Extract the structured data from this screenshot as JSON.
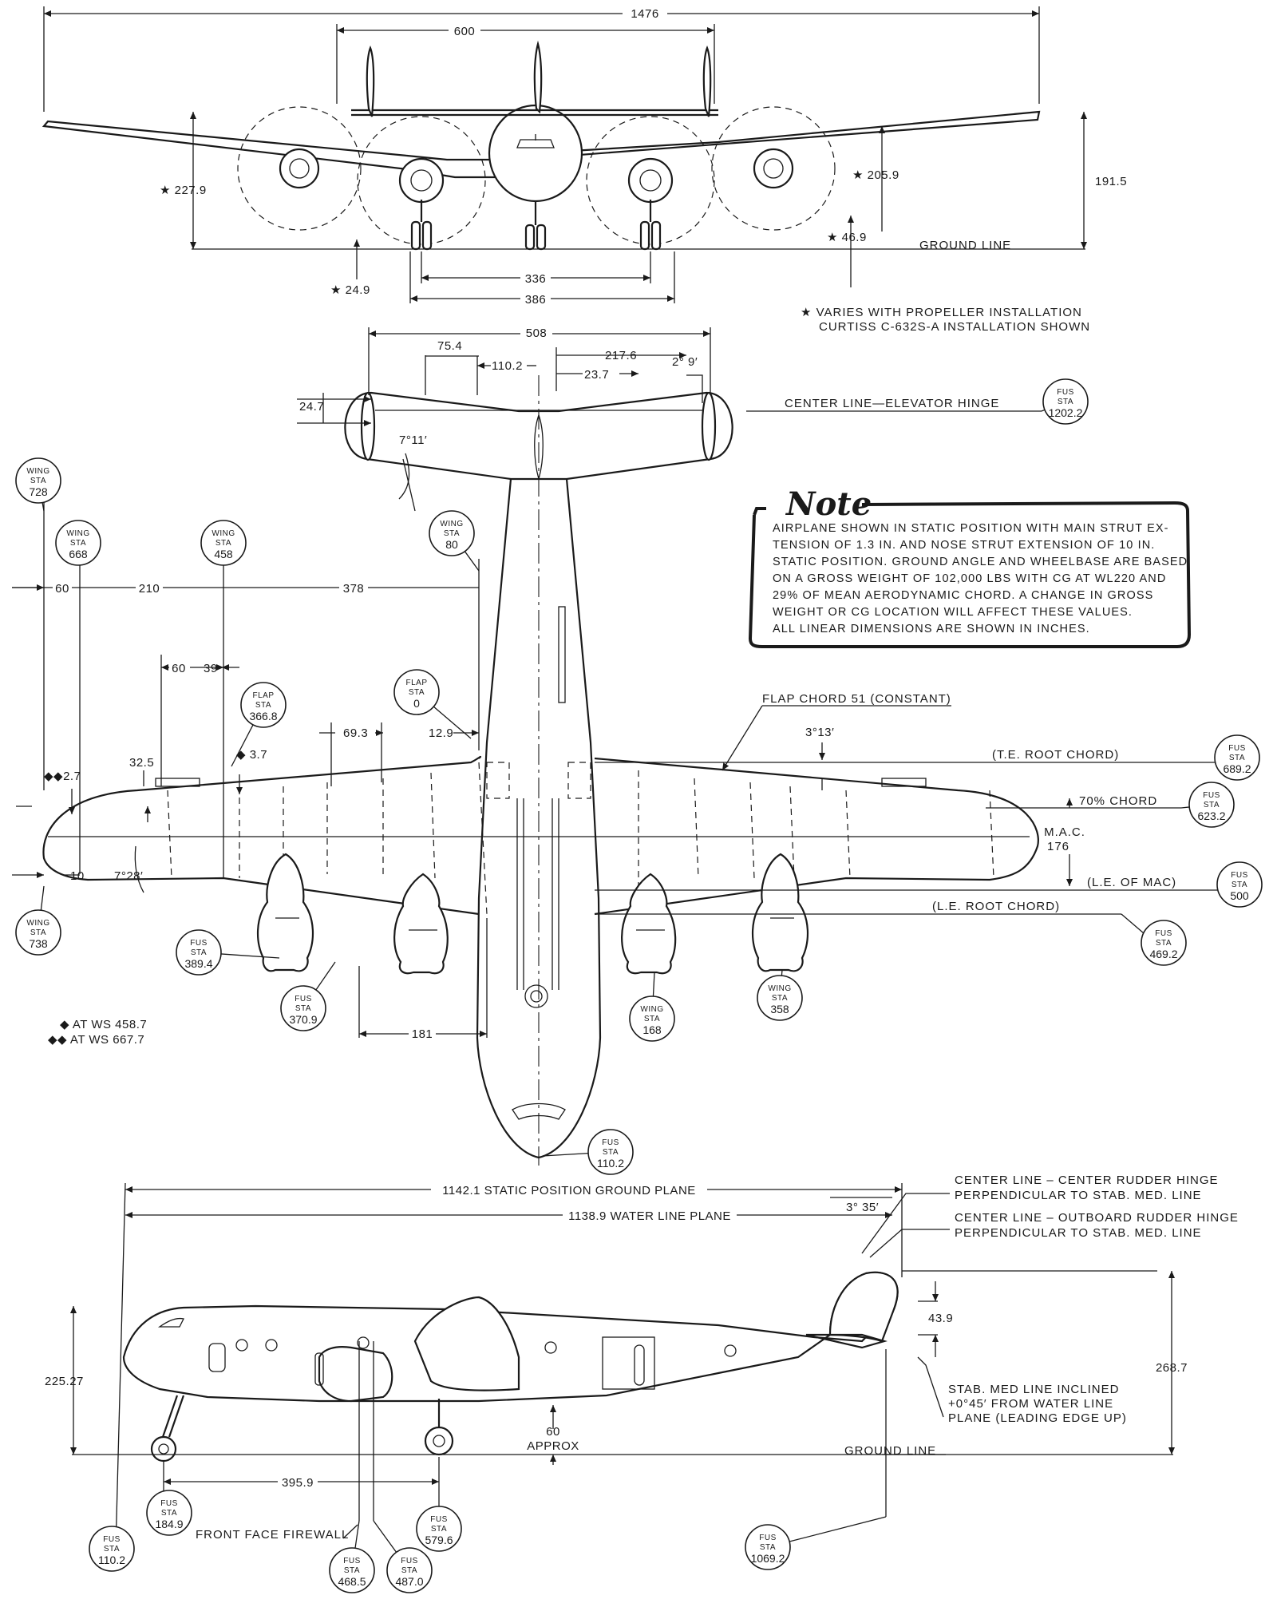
{
  "front_view": {
    "span_dim": "1476",
    "stab_dim": "600",
    "tip_height_dim": "227.9",
    "prop_height_dim": "205.9",
    "fin_height_dim": "191.5",
    "nacelle_clear_dim": "46.9",
    "prop_clear_dim": "24.9",
    "tread_inner_dim": "336",
    "tread_outer_dim": "386",
    "ground_label": "GROUND LINE",
    "star_note_1": "VARIES WITH PROPELLER INSTALLATION",
    "star_note_2": "CURTISS C-632S-A INSTALLATION SHOWN"
  },
  "top_view": {
    "stab_span_dim": "508",
    "dim_75_4": "75.4",
    "dim_110_2": "110.2",
    "dim_217_6": "217.6",
    "dim_23_7": "23.7",
    "angle_2_9": "2° 9′",
    "dim_24_7": "24.7",
    "angle_7_11": "7°11′",
    "elevator_hinge_label": "CENTER LINE—ELEVATOR HINGE",
    "dim_60a": "60",
    "dim_210": "210",
    "dim_378": "378",
    "dim_60b": "60",
    "dim_39": "39",
    "dim_69_3": "69.3",
    "dim_12_9": "12.9",
    "dim_32_5": "32.5",
    "dim_2_7": "2.7",
    "dim_3_7": "3.7",
    "dim_10": "10",
    "angle_7_28": "7°28′",
    "angle_3_13": "3°13′",
    "dim_181": "181",
    "flap_chord_label": "FLAP CHORD 51 (CONSTANT)",
    "te_root_label": "(T.E. ROOT CHORD)",
    "chord70_label": "70% CHORD",
    "mac_label": "M.A.C.",
    "mac_value": "176",
    "le_mac_label": "(L.E. OF MAC)",
    "le_root_label": "(L.E. ROOT CHORD)",
    "legend_single": "AT WS 458.7",
    "legend_double": "AT WS 667.7"
  },
  "note": {
    "title": "Note",
    "lines": [
      "AIRPLANE SHOWN IN STATIC POSITION WITH MAIN STRUT EX-",
      "TENSION OF 1.3 IN. AND NOSE STRUT EXTENSION OF 10 IN.",
      "STATIC POSITION. GROUND ANGLE AND WHEELBASE ARE BASED",
      "ON A GROSS WEIGHT OF 102,000 LBS WITH CG AT WL220 AND",
      "29% OF MEAN AERODYNAMIC CHORD. A CHANGE IN GROSS",
      "WEIGHT OR CG LOCATION WILL AFFECT THESE VALUES.",
      "ALL LINEAR DIMENSIONS ARE SHOWN IN INCHES."
    ]
  },
  "side_view": {
    "ground_plane_label": "1142.1  STATIC POSITION GROUND PLANE",
    "water_line_label": "1138.9  WATER LINE PLANE",
    "angle_3_35": "3° 35′",
    "rudder_center_1": "CENTER LINE – CENTER RUDDER HINGE",
    "rudder_center_2": "PERPENDICULAR TO STAB. MED. LINE",
    "rudder_outboard_1": "CENTER LINE – OUTBOARD RUDDER HINGE",
    "rudder_outboard_2": "PERPENDICULAR TO STAB. MED. LINE",
    "dim_43_9": "43.9",
    "dim_268_7": "268.7",
    "dim_225_27": "225.27",
    "stab_note_1": "STAB. MED LINE INCLINED",
    "stab_note_2": "+0°45′ FROM WATER LINE",
    "stab_note_3": "PLANE (LEADING EDGE UP)",
    "dim_60": "60",
    "approx": "APPROX",
    "ground_label": "GROUND LINE",
    "dim_395_9": "395.9",
    "firewall_label": "FRONT FACE FIREWALL"
  },
  "bubbles": [
    {
      "line1": "FUS",
      "line2": "STA",
      "value": "1202.2"
    },
    {
      "line1": "WING",
      "line2": "STA",
      "value": "728"
    },
    {
      "line1": "WING",
      "line2": "STA",
      "value": "668"
    },
    {
      "line1": "WING",
      "line2": "STA",
      "value": "458"
    },
    {
      "line1": "WING",
      "line2": "STA",
      "value": "80"
    },
    {
      "line1": "FLAP",
      "line2": "STA",
      "value": "0"
    },
    {
      "line1": "FLAP",
      "line2": "STA",
      "value": "366.8"
    },
    {
      "line1": "FUS",
      "line2": "STA",
      "value": "689.2"
    },
    {
      "line1": "FUS",
      "line2": "STA",
      "value": "623.2"
    },
    {
      "line1": "FUS",
      "line2": "STA",
      "value": "500"
    },
    {
      "line1": "FUS",
      "line2": "STA",
      "value": "469.2"
    },
    {
      "line1": "WING",
      "line2": "STA",
      "value": "738"
    },
    {
      "line1": "FUS",
      "line2": "STA",
      "value": "389.4"
    },
    {
      "line1": "FUS",
      "line2": "STA",
      "value": "370.9"
    },
    {
      "line1": "WING",
      "line2": "STA",
      "value": "168"
    },
    {
      "line1": "WING",
      "line2": "STA",
      "value": "358"
    },
    {
      "line1": "FUS",
      "line2": "STA",
      "value": "110.2"
    },
    {
      "line1": "FUS",
      "line2": "STA",
      "value": "184.9"
    },
    {
      "line1": "FUS",
      "line2": "STA",
      "value": "579.6"
    },
    {
      "line1": "FUS",
      "line2": "STA",
      "value": "110.2"
    },
    {
      "line1": "FUS",
      "line2": "STA",
      "value": "468.5"
    },
    {
      "line1": "FUS",
      "line2": "STA",
      "value": "487.0"
    },
    {
      "line1": "FUS",
      "line2": "STA",
      "value": "1069.2"
    }
  ]
}
